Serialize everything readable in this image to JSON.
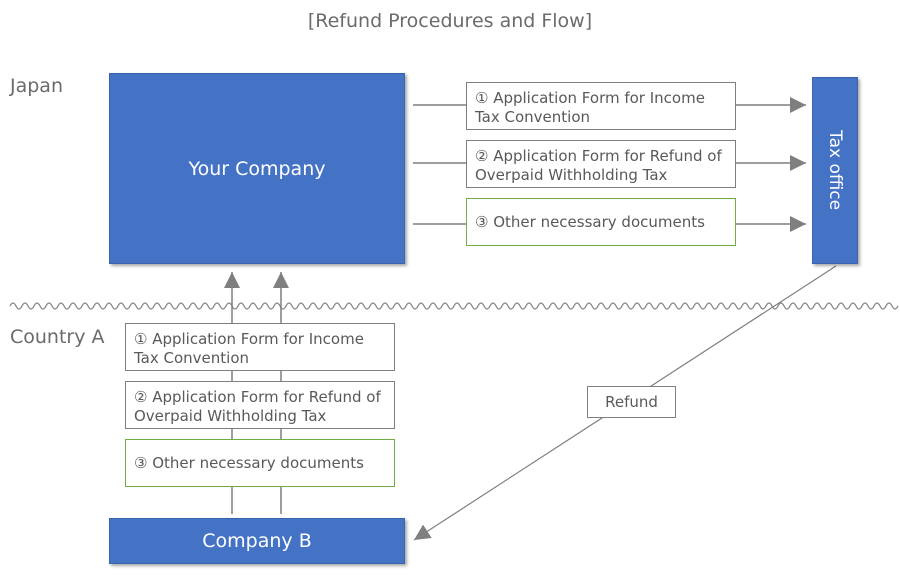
{
  "title": "[Refund Procedures and Flow]",
  "regions": {
    "japan": "Japan",
    "country_a": "Country A"
  },
  "nodes": {
    "your_company": "Your Company",
    "tax_office": "Tax office",
    "company_b": "Company B"
  },
  "documents": {
    "top": [
      "① Application Form for Income Tax Convention",
      "② Application Form for Refund of Overpaid Withholding Tax",
      "③ Other necessary documents"
    ],
    "bottom": [
      "① Application Form for Income Tax Convention",
      "② Application Form for Refund of Overpaid Withholding Tax",
      "③ Other necessary documents"
    ]
  },
  "refund_label": "Refund",
  "colors": {
    "node_fill": "#4472c4",
    "doc_border": "#7f7f7f",
    "other_doc_border": "#70ad47",
    "arrow": "#7f7f7f"
  }
}
